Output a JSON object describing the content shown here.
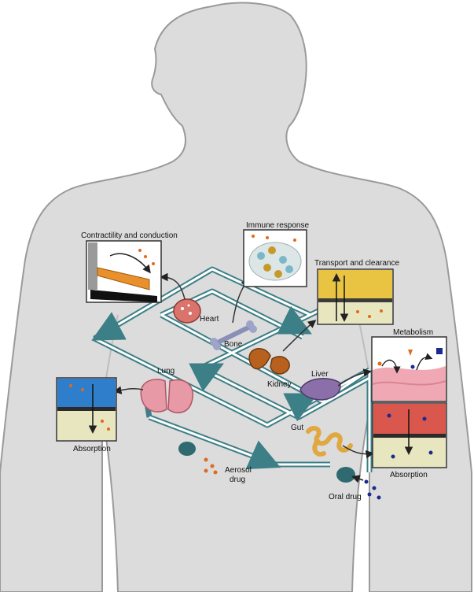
{
  "colors": {
    "body_fill": "#dcdcdc",
    "body_outline": "#9a9a9a",
    "pipe": "#3d7f86",
    "pipe_inner": "#ffffff",
    "lung": "#e79aa6",
    "heart": "#d9736b",
    "kidney": "#b8611e",
    "liver": "#8a6fa8",
    "gut": "#e0a840",
    "drug_node": "#2f6a70",
    "arrow": "#333333"
  },
  "organs": {
    "heart": "Heart",
    "bone": "Bone",
    "lung": "Lung",
    "kidney": "Kidney",
    "liver": "Liver",
    "gut": "Gut"
  },
  "panels": {
    "contractility": "Contractility and conduction",
    "immune": "Immune response",
    "transport": "Transport and clearance",
    "metabolism": "Metabolism",
    "absorption_left": "Absorption",
    "absorption_right": "Absorption"
  },
  "drugs": {
    "aerosol_line1": "Aerosol",
    "aerosol_line2": "drug",
    "oral": "Oral drug"
  }
}
